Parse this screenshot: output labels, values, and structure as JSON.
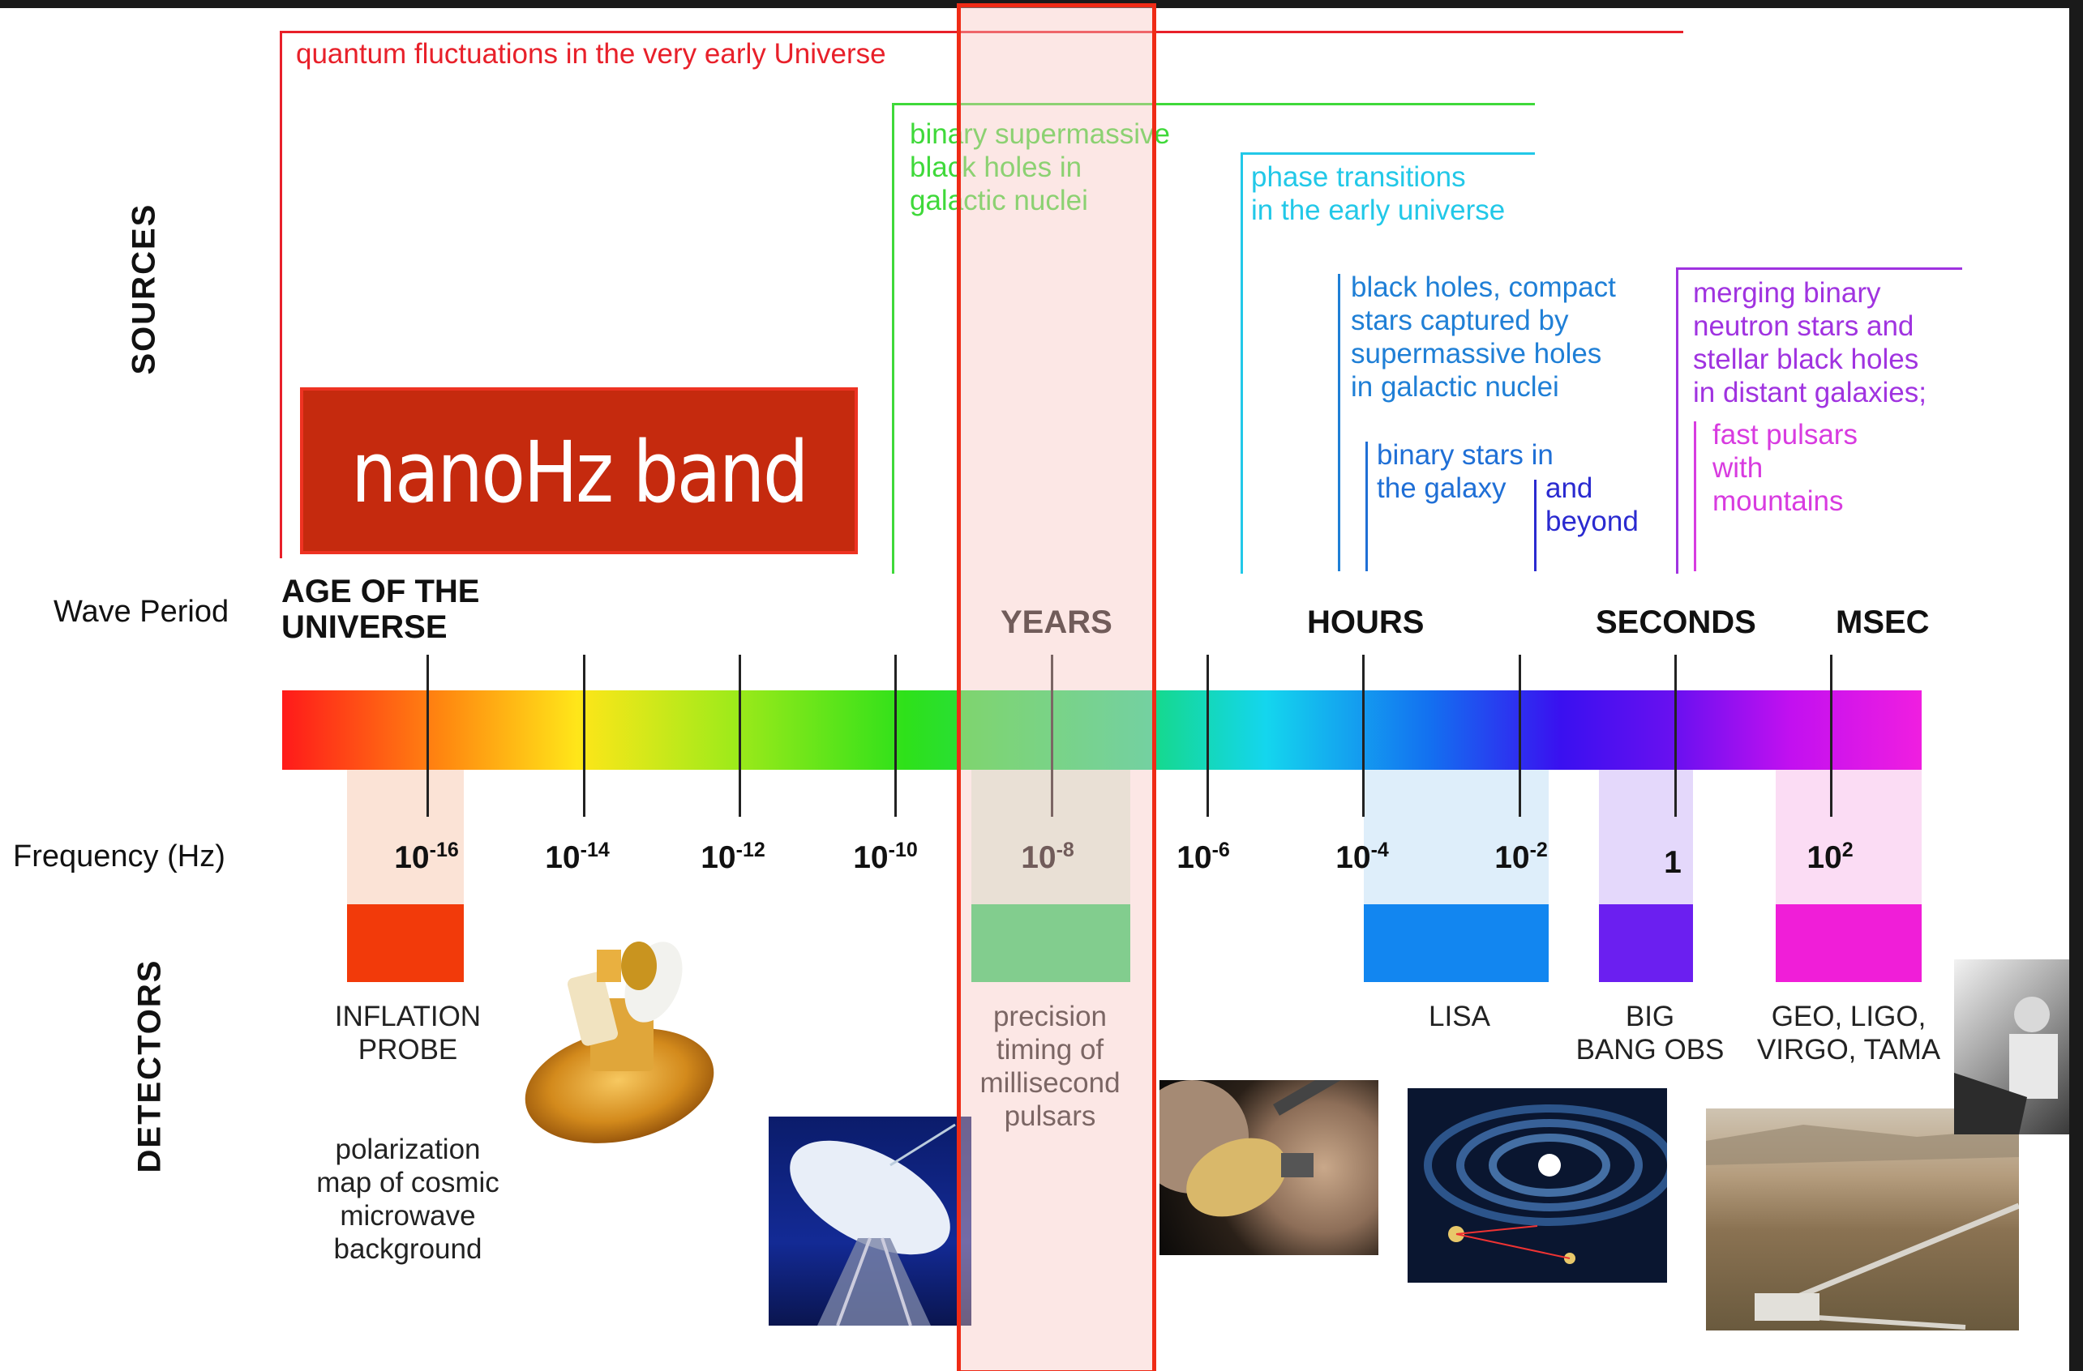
{
  "sections": {
    "sources": "SOURCES",
    "detectors": "DETECTORS"
  },
  "axis_labels": {
    "wave_period": "Wave Period",
    "frequency": "Frequency (Hz)"
  },
  "highlight_label": "nanoHz band",
  "sources": [
    {
      "id": "quantum",
      "text": "quantum fluctuations in the very early Universe",
      "color": "#e8202a"
    },
    {
      "id": "smbh",
      "text": "binary supermassive\nblack holes in\ngalactic nuclei",
      "color": "#3fd93a"
    },
    {
      "id": "phase",
      "text": "phase transitions\nin the early universe",
      "color": "#22c8e8"
    },
    {
      "id": "emri",
      "text": "black holes, compact\nstars captured by\nsupermassive holes\nin galactic nuclei",
      "color": "#1f7fd6"
    },
    {
      "id": "galaxy",
      "text": "binary stars in\nthe galaxy",
      "color": "#1f6fd6"
    },
    {
      "id": "beyond",
      "text": "and\nbeyond",
      "color": "#2a2ad0"
    },
    {
      "id": "merging",
      "text": "merging binary\nneutron stars and\nstellar black holes\nin distant galaxies;",
      "color": "#a033e0"
    },
    {
      "id": "pulsars",
      "text": "fast pulsars\nwith\nmountains",
      "color": "#d83be0"
    }
  ],
  "wave_periods": [
    "AGE OF THE\nUNIVERSE",
    "YEARS",
    "HOURS",
    "SECONDS",
    "MSEC"
  ],
  "frequencies": [
    {
      "base": "10",
      "exp": "-16"
    },
    {
      "base": "10",
      "exp": "-14"
    },
    {
      "base": "10",
      "exp": "-12"
    },
    {
      "base": "10",
      "exp": "-10"
    },
    {
      "base": "10",
      "exp": "-8"
    },
    {
      "base": "10",
      "exp": "-6"
    },
    {
      "base": "10",
      "exp": "-4"
    },
    {
      "base": "10",
      "exp": "-2"
    },
    {
      "base": "1",
      "exp": ""
    },
    {
      "base": "10",
      "exp": "2"
    }
  ],
  "detectors": [
    {
      "id": "inflation",
      "label": "INFLATION\nPROBE",
      "note": "polarization\nmap of cosmic\nmicrowave\nbackground",
      "color": "#f23a0a",
      "pale": "#fbe3d6"
    },
    {
      "id": "pta",
      "label": "precision\ntiming of\nmillisecond\npulsars",
      "color": "#2ed36a",
      "pale": "#dff3e4"
    },
    {
      "id": "lisa",
      "label": "LISA",
      "color": "#1286f0",
      "pale": "#deeefa"
    },
    {
      "id": "bbo",
      "label": "BIG\nBANG OBS",
      "color": "#6b1ff0",
      "pale": "#e4d8fb"
    },
    {
      "id": "ligo",
      "label": "GEO, LIGO,\nVIRGO, TAMA",
      "color": "#f01ed8",
      "pale": "#fbdcf4"
    }
  ],
  "colors": {
    "highlight_border": "#ef2b16",
    "highlight_fill": "#fde7e4",
    "label_box": "#c52a0e"
  }
}
